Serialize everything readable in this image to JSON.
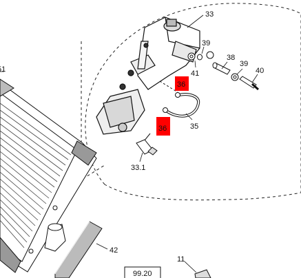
{
  "diagram": {
    "callouts": {
      "c33": "33",
      "c39a": "39",
      "c41": "41",
      "c38": "38",
      "c39b": "39",
      "c40": "40",
      "c36a": "36",
      "c36b": "36",
      "c35": "35",
      "c33_1": "33.1",
      "c51": "51",
      "c42": "42",
      "c11": "11"
    },
    "page_ref": "99.20",
    "highlight_color": "#ff0000"
  }
}
